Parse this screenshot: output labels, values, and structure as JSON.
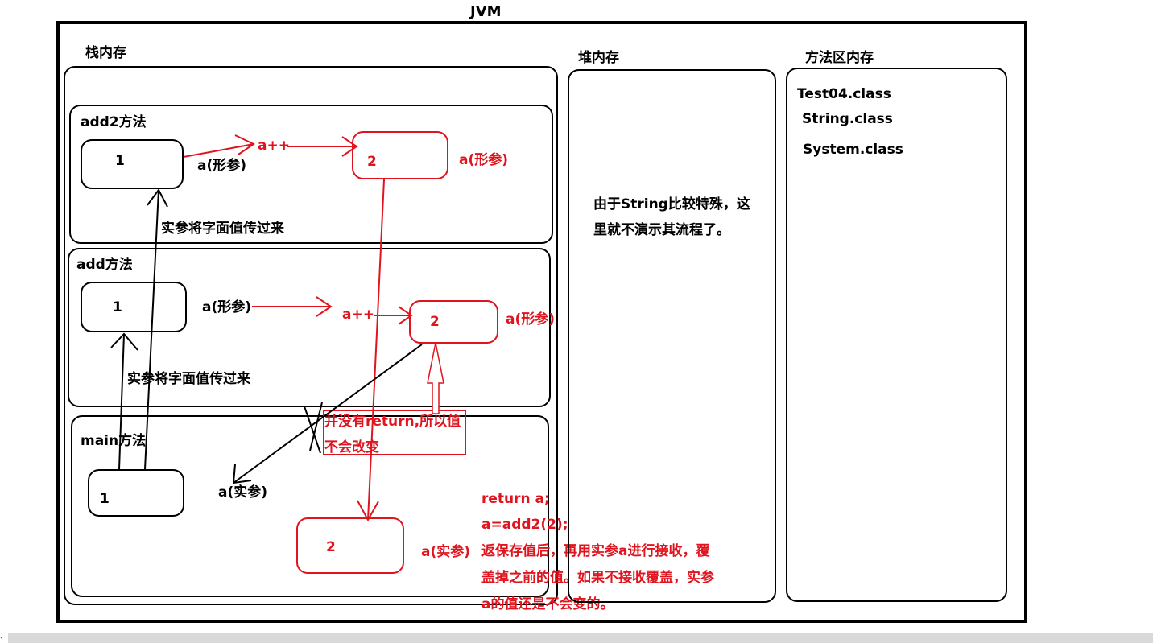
{
  "jvm_title": "JVM",
  "stack": {
    "title": "栈内存",
    "add2": {
      "title": "add2方法",
      "value_in": "1",
      "param_label": "a(形参)",
      "op": "a++",
      "value_out": "2",
      "param_label_red": "a(形参)",
      "pass_note": "实参将字面值传过来"
    },
    "add": {
      "title": "add方法",
      "value_in": "1",
      "param_label": "a(形参)",
      "op": "a++",
      "value_out": "2",
      "param_label_red": "a(形参)",
      "pass_note": "实参将字面值传过来"
    },
    "main": {
      "title": "main方法",
      "value": "1",
      "arg_label": "a(实参)",
      "result_value": "2",
      "result_label": "a(实参)"
    }
  },
  "no_return_note": {
    "line1": "并没有return,所以值",
    "line2": "不会改变"
  },
  "return_note": {
    "line1": "return a;",
    "line2": "a=add2(2);",
    "line3": "返保存值后，再用实参a进行接收，覆",
    "line4": "盖掉之前的值。如果不接收覆盖，实参",
    "line5": "a的值还是不会变的。"
  },
  "heap": {
    "title": "堆内存",
    "note_line1": "由于String比较特殊，这",
    "note_line2": "里就不演示其流程了。"
  },
  "method_area": {
    "title": "方法区内存",
    "classes": [
      "Test04.class",
      "String.class",
      "System.class"
    ]
  },
  "colors": {
    "red": "#e0141e",
    "black": "#000000"
  }
}
